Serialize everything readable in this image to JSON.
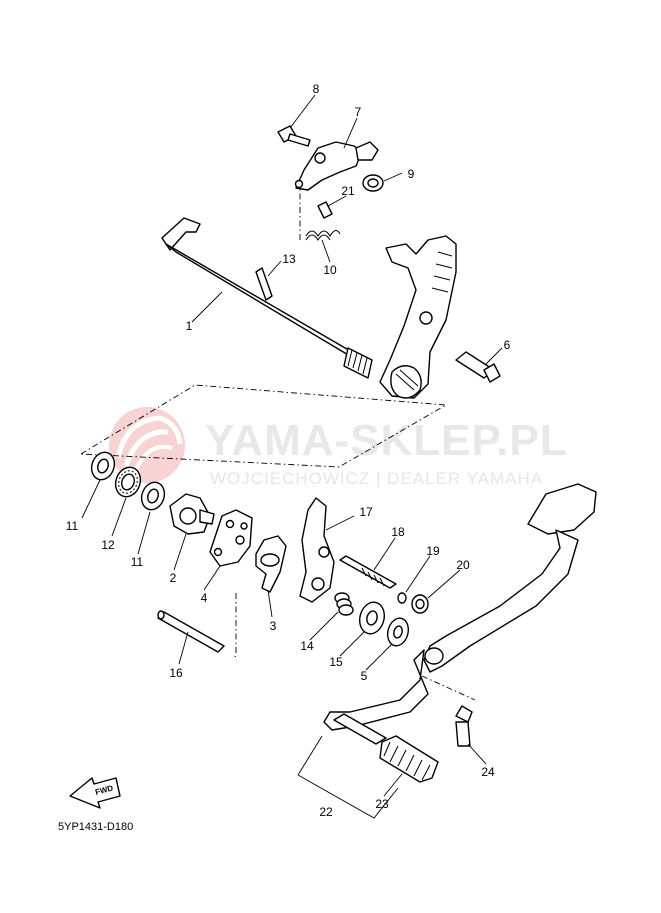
{
  "watermark": {
    "title": "YAMA-SKLEP.PL",
    "subtitle": "WOJCIECHOWICZ | DEALER YAMAHA",
    "logo_color": "#f4c7c7"
  },
  "diagram_code": "5YP1431-D180",
  "fwd_label": "FWD",
  "callouts": {
    "c1": "1",
    "c2": "2",
    "c3": "3",
    "c4": "4",
    "c5": "5",
    "c6": "6",
    "c7": "7",
    "c8": "8",
    "c9": "9",
    "c10": "10",
    "c11a": "11",
    "c11b": "11",
    "c12": "12",
    "c13": "13",
    "c14": "14",
    "c15": "15",
    "c16": "16",
    "c17": "17",
    "c18": "18",
    "c19": "19",
    "c20": "20",
    "c21": "21",
    "c22": "22",
    "c23": "23",
    "c24": "24"
  }
}
